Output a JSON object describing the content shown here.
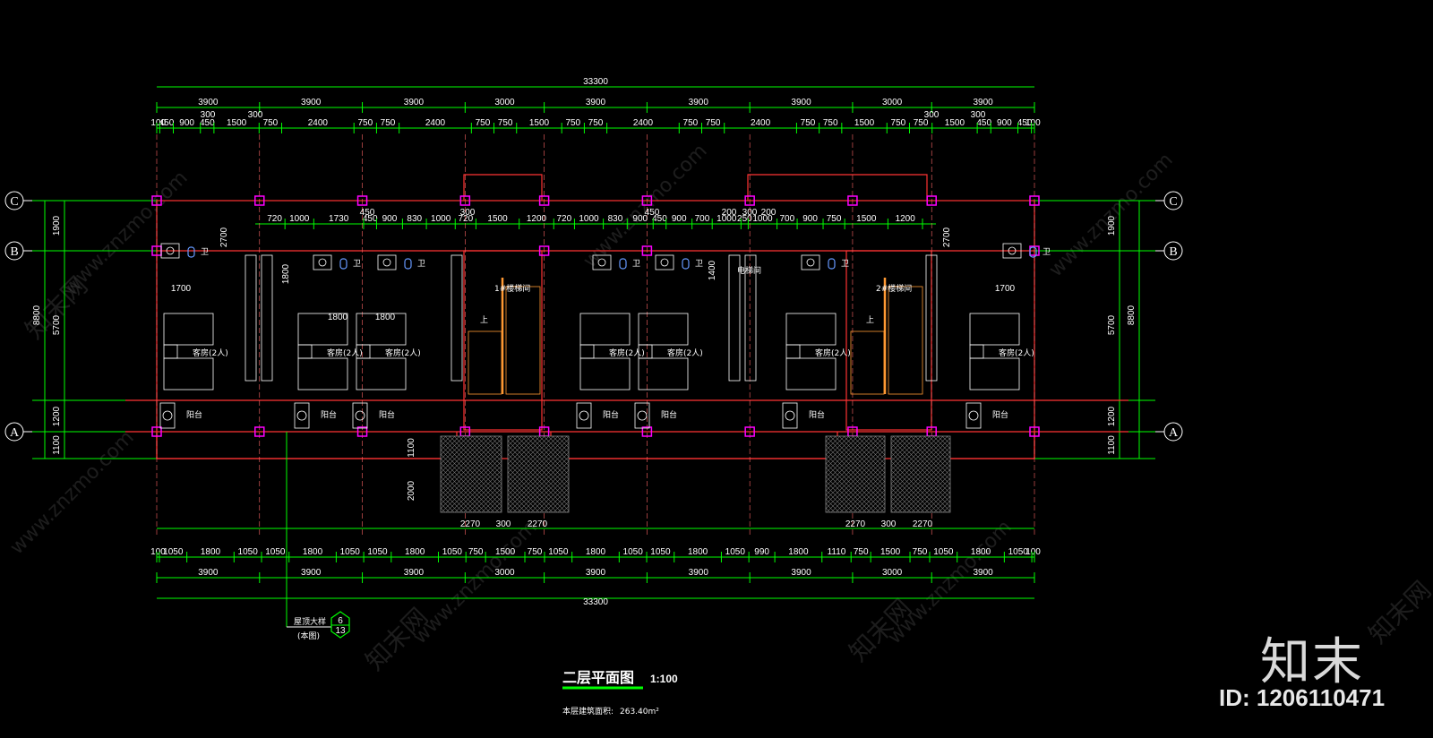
{
  "drawing": {
    "title": "二层平面图",
    "scale": "1:100",
    "area_label": "本层建筑面积:",
    "area_value": "263.40m²",
    "overall_dimension_top": "33300",
    "overall_dimension_bottom": "33300",
    "top_bays": [
      "3900",
      "3900",
      "3900",
      "3000",
      "3900",
      "3900",
      "3900",
      "3000",
      "3900"
    ],
    "bottom_bays": [
      "3900",
      "3900",
      "3900",
      "3000",
      "3900",
      "3900",
      "3900",
      "3000",
      "3900"
    ],
    "top_detail": [
      "100",
      "450",
      "900",
      "450",
      "1500",
      "750",
      "2400",
      "750",
      "750",
      "2400",
      "750",
      "750",
      "1500",
      "750",
      "750",
      "2400",
      "750",
      "750",
      "2400",
      "750",
      "750",
      "1500",
      "750",
      "750",
      "1500",
      "450",
      "900",
      "450",
      "100"
    ],
    "top_offsets": [
      "300",
      "300",
      "300",
      "300"
    ],
    "inner_detail": [
      "720",
      "1000",
      "1730",
      "450",
      "900",
      "830",
      "1000",
      "720",
      "1500",
      "1200",
      "720",
      "1000",
      "830",
      "900",
      "450",
      "900",
      "700",
      "1000",
      "250",
      "1000",
      "700",
      "900",
      "750",
      "1500",
      "1200"
    ],
    "inner_small": [
      "450",
      "300",
      "450",
      "200",
      "300",
      "200"
    ],
    "bottom_detail": [
      "100",
      "1050",
      "1800",
      "1050",
      "1050",
      "1800",
      "1050",
      "1050",
      "1800",
      "1050",
      "750",
      "1500",
      "750",
      "1050",
      "1800",
      "1050",
      "1050",
      "1800",
      "1050",
      "990",
      "1800",
      "1110",
      "750",
      "1500",
      "750",
      "1050",
      "1800",
      "1050",
      "100"
    ],
    "stair_widths": [
      "2270",
      "300",
      "2270",
      "2270",
      "300",
      "2270"
    ],
    "left_dims": [
      "1900",
      "5700",
      "1200",
      "1100",
      "8800"
    ],
    "right_dims": [
      "1900",
      "5700",
      "1200",
      "1100",
      "8800"
    ],
    "misc_dims": [
      "2700",
      "2700",
      "1700",
      "1700",
      "1800",
      "1800",
      "1800",
      "1400",
      "1100",
      "2000"
    ],
    "axes": [
      "C",
      "B",
      "A"
    ],
    "rooms": {
      "bedroom": "客房(2人)",
      "balcony": "阳台",
      "bath": "卫",
      "stair1": "1#楼梯间",
      "stair2": "2#楼梯间",
      "elevator": "电梯间",
      "up": "上"
    },
    "detail_callout": {
      "text1": "屋顶大样",
      "text2": "(本图)",
      "num": "6",
      "sheet": "13"
    }
  },
  "watermark": {
    "brand": "知末",
    "id": "ID: 1206110471",
    "site": "www.znzmo.com",
    "cn": "知末网"
  },
  "colors": {
    "background": "#000000",
    "dimension": "#00ff00",
    "wall": "#ff3333",
    "column": "#ff00ff",
    "stair": "#ff9933",
    "fixture": "#ffffff",
    "sanitary": "#6699ff"
  }
}
